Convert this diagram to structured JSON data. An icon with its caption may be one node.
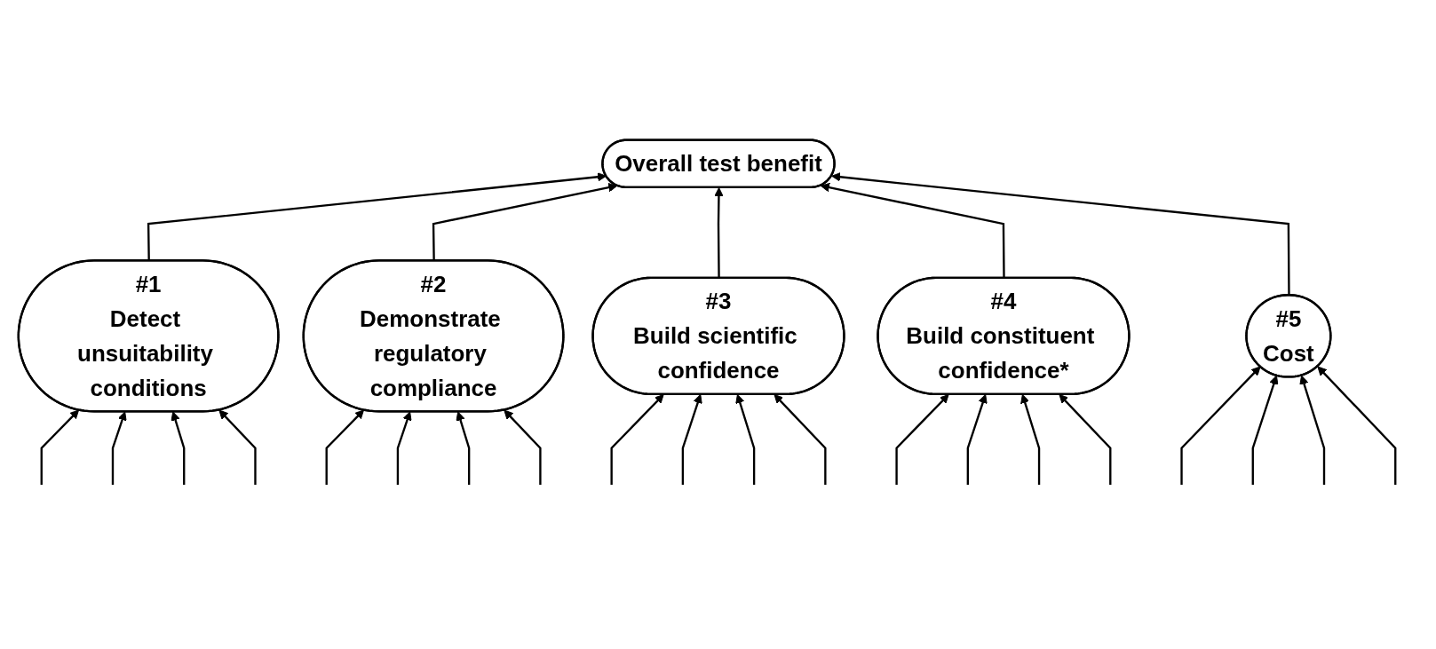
{
  "diagram": {
    "nodes": [
      {
        "text": [
          "Overall test benefit"
        ]
      },
      {
        "text": [
          "#1",
          "Detect unsuitability conditions"
        ]
      },
      {
        "text": [
          "#2",
          "Demonstrate regulatory compliance"
        ]
      },
      {
        "text": [
          "#3",
          "Build scientific confidence"
        ]
      },
      {
        "text": [
          "#4",
          "Build constituent confidence*"
        ]
      },
      {
        "text": [
          "#5",
          "Cost"
        ]
      }
    ],
    "edges": [
      {
        "from": 1,
        "to": 0,
        "arrow": "to"
      },
      {
        "from": 2,
        "to": 0,
        "arrow": "to"
      },
      {
        "from": 3,
        "to": 0,
        "arrow": "to"
      },
      {
        "from": 4,
        "to": 0,
        "arrow": "to"
      },
      {
        "from": 5,
        "to": 0,
        "arrow": "to"
      },
      {
        "from": null,
        "to": 1,
        "arrow": "to"
      },
      {
        "from": null,
        "to": 1,
        "arrow": "to"
      },
      {
        "from": null,
        "to": 1,
        "arrow": "to"
      },
      {
        "from": null,
        "to": 1,
        "arrow": "to"
      },
      {
        "from": null,
        "to": 2,
        "arrow": "to"
      },
      {
        "from": null,
        "to": 2,
        "arrow": "to"
      },
      {
        "from": null,
        "to": 2,
        "arrow": "to"
      },
      {
        "from": null,
        "to": 2,
        "arrow": "to"
      },
      {
        "from": null,
        "to": 3,
        "arrow": "to"
      },
      {
        "from": null,
        "to": 3,
        "arrow": "to"
      },
      {
        "from": null,
        "to": 3,
        "arrow": "to"
      },
      {
        "from": null,
        "to": 3,
        "arrow": "to"
      },
      {
        "from": null,
        "to": 4,
        "arrow": "to"
      },
      {
        "from": null,
        "to": 4,
        "arrow": "to"
      },
      {
        "from": null,
        "to": 4,
        "arrow": "to"
      },
      {
        "from": null,
        "to": 4,
        "arrow": "to"
      },
      {
        "from": null,
        "to": 5,
        "arrow": "to"
      },
      {
        "from": null,
        "to": 5,
        "arrow": "to"
      },
      {
        "from": null,
        "to": 5,
        "arrow": "to"
      },
      {
        "from": null,
        "to": 5,
        "arrow": "to"
      }
    ]
  }
}
